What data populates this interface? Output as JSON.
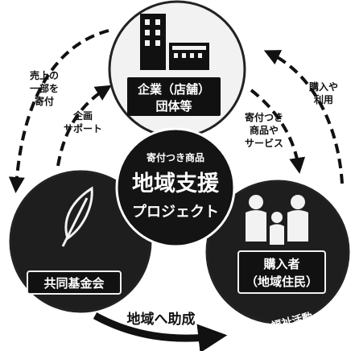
{
  "center": {
    "subtitle": "寄付つき商品",
    "title_line1": "地域支援",
    "title_line2": "プロジェクト"
  },
  "nodes": {
    "business": {
      "line1": "企業（店舗）",
      "line2": "団体等"
    },
    "fund": {
      "label": "共同基金会"
    },
    "buyers": {
      "line1": "購入者",
      "line2": "（地域住民）"
    }
  },
  "arrows": {
    "sales_donation": [
      "売上の",
      "一部を",
      "寄付"
    ],
    "planning_support": [
      "企画",
      "サポート"
    ],
    "purchase_use": [
      "購入や",
      "利用"
    ],
    "donated_goods": [
      "寄付つき",
      "商品や",
      "サービス"
    ],
    "grant": "地域へ助成",
    "welfare": "地域の福祉活動"
  },
  "colors": {
    "dark_fill": "#1e1e1e",
    "light_fill": "#f2f2f2",
    "ink": "#111111"
  },
  "icons": [
    "building-icon",
    "feather-icon",
    "family-icon"
  ]
}
